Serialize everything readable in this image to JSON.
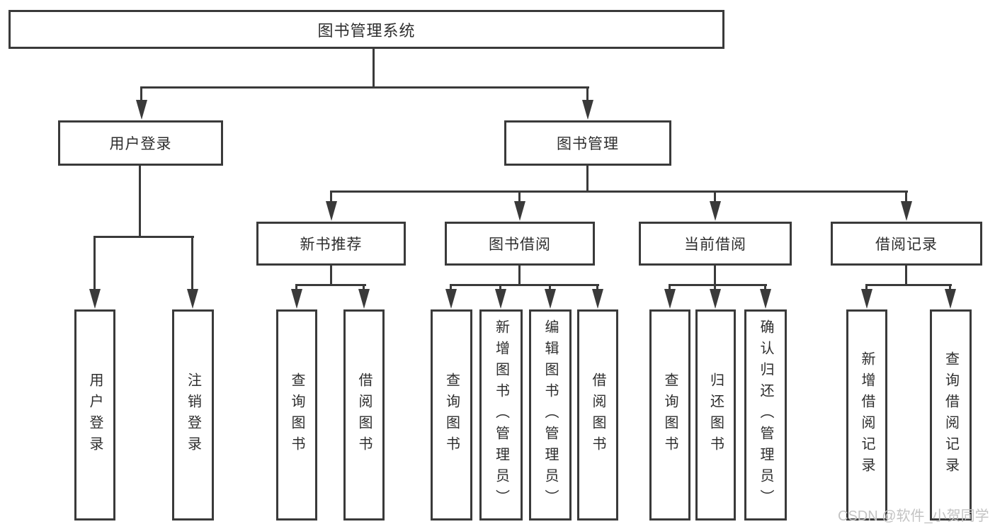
{
  "colors": {
    "background": "#ffffff",
    "line": "#3a3a3a",
    "text": "#2e2e2e",
    "watermark": "#c3c3c3"
  },
  "watermark": {
    "text": "CSDN @软件_小贺同学"
  },
  "diagram": {
    "root": {
      "label": "图书管理系统"
    },
    "branches": [
      {
        "label": "用户登录",
        "children": [
          {
            "label": "用户登录"
          },
          {
            "label": "注销登录"
          }
        ]
      },
      {
        "label": "图书管理",
        "children": [
          {
            "label": "新书推荐",
            "children": [
              {
                "label": "查询图书"
              },
              {
                "label": "借阅图书"
              }
            ]
          },
          {
            "label": "图书借阅",
            "children": [
              {
                "label": "查询图书"
              },
              {
                "label": "新增图书（管理员）"
              },
              {
                "label": "编辑图书（管理员）"
              },
              {
                "label": "借阅图书"
              }
            ]
          },
          {
            "label": "当前借阅",
            "children": [
              {
                "label": "查询图书"
              },
              {
                "label": "归还图书"
              },
              {
                "label": "确认归还（管理员）"
              }
            ]
          },
          {
            "label": "借阅记录",
            "children": [
              {
                "label": "新增借阅记录"
              },
              {
                "label": "查询借阅记录"
              }
            ]
          }
        ]
      }
    ]
  }
}
